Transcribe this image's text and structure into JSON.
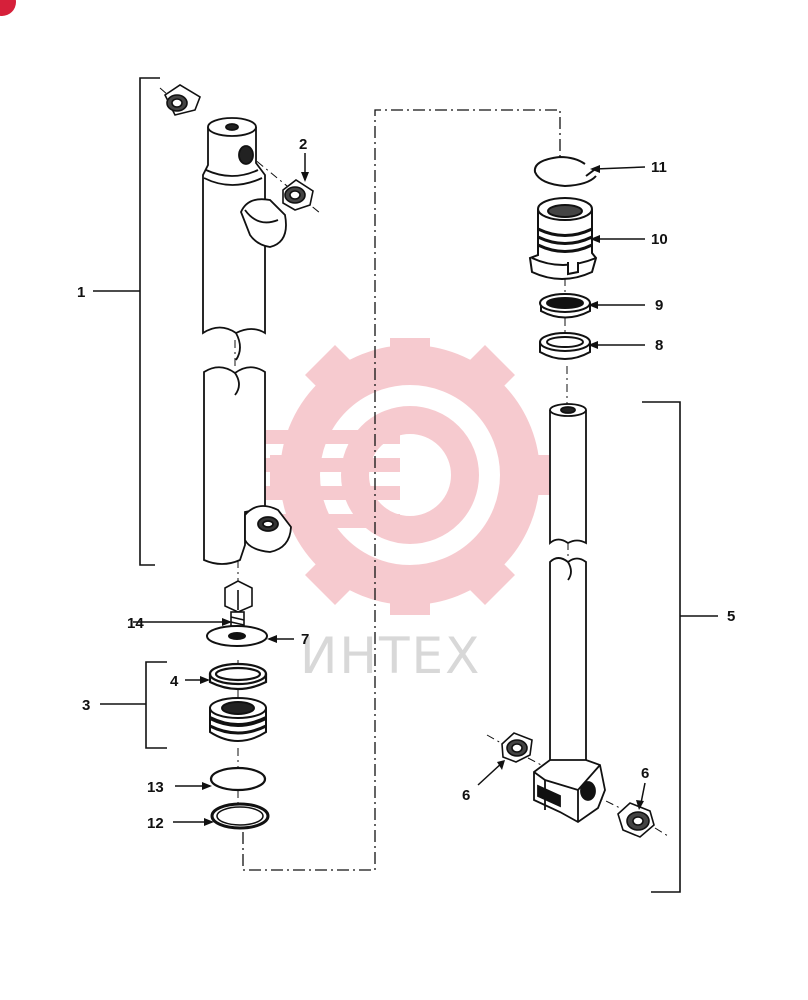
{
  "watermark": {
    "text": "ИНТЕХ",
    "logo_color": "#f0a0a8",
    "text_color": "#d8d8d8"
  },
  "corner_badge": {
    "color": "#d6203a"
  },
  "callouts": [
    {
      "id": "1",
      "label": "1"
    },
    {
      "id": "2",
      "label": "2"
    },
    {
      "id": "3",
      "label": "3"
    },
    {
      "id": "4",
      "label": "4"
    },
    {
      "id": "5",
      "label": "5"
    },
    {
      "id": "6a",
      "label": "6"
    },
    {
      "id": "6b",
      "label": "6"
    },
    {
      "id": "7",
      "label": "7"
    },
    {
      "id": "8",
      "label": "8"
    },
    {
      "id": "9",
      "label": "9"
    },
    {
      "id": "10",
      "label": "10"
    },
    {
      "id": "11",
      "label": "11"
    },
    {
      "id": "12",
      "label": "12"
    },
    {
      "id": "13",
      "label": "13"
    },
    {
      "id": "14",
      "label": "14"
    }
  ]
}
